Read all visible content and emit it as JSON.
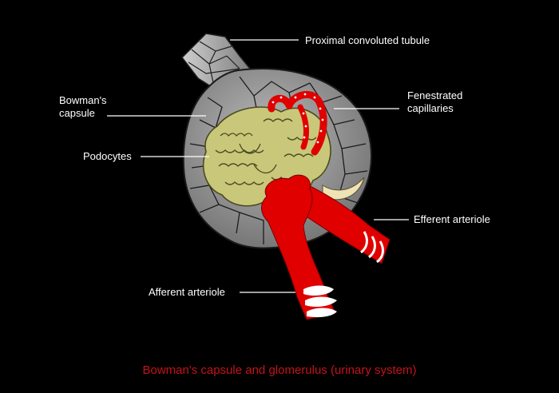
{
  "labels": {
    "proximal_tubule": "Proximal convoluted tubule",
    "bowmans_capsule": "Bowman's\ncapsule",
    "fenestrated_capillaries": "Fenestrated\ncapillaries",
    "podocytes": "Podocytes",
    "efferent_arteriole": "Efferent arteriole",
    "afferent_arteriole": "Afferent arteriole"
  },
  "caption": "Bowman's capsule and glomerulus (urinary system)",
  "colors": {
    "background": "#000000",
    "label_text": "#ffffff",
    "caption_text": "#c4131b",
    "capsule_cells": "#9c9c9c",
    "podocytes": "#c9c77a",
    "arteriole": "#e00000"
  }
}
